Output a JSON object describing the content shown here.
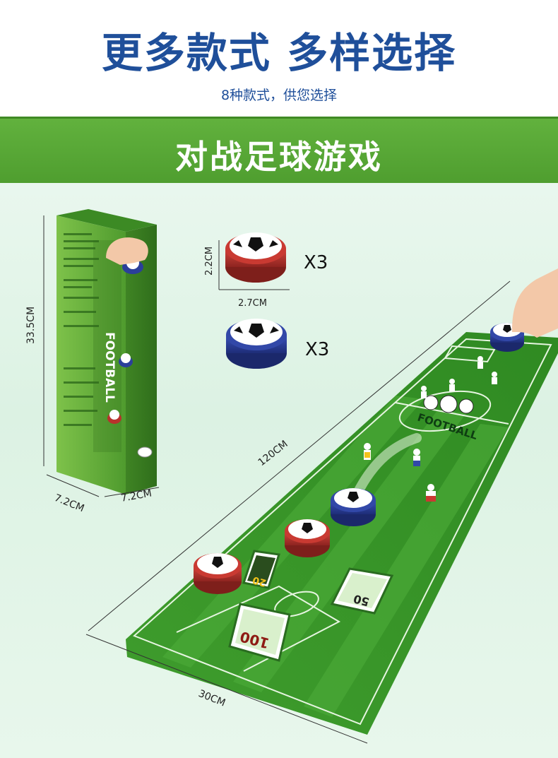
{
  "header": {
    "title": "更多款式 多样选择",
    "subtitle": "8种款式，供您选择"
  },
  "banner": {
    "title": "对战足球游戏"
  },
  "box": {
    "height_label": "33.5CM",
    "width_label_left": "7.2CM",
    "width_label_right": "7.2CM",
    "brand": "FOOTBALL"
  },
  "puck": {
    "height_label": "2.2CM",
    "width_label": "2.7CM",
    "red_qty": "X3",
    "blue_qty": "X3"
  },
  "mat": {
    "length_label": "120CM",
    "width_label": "30CM",
    "center_text": "FOOTBALL",
    "card_100": "100",
    "card_50": "50",
    "card_20": "20"
  },
  "colors": {
    "title_blue": "#1f4f9a",
    "banner_green": "#5aab38",
    "puck_red": "#b8322c",
    "puck_blue": "#2b3f9a",
    "field_green": "#3e9a2c"
  }
}
